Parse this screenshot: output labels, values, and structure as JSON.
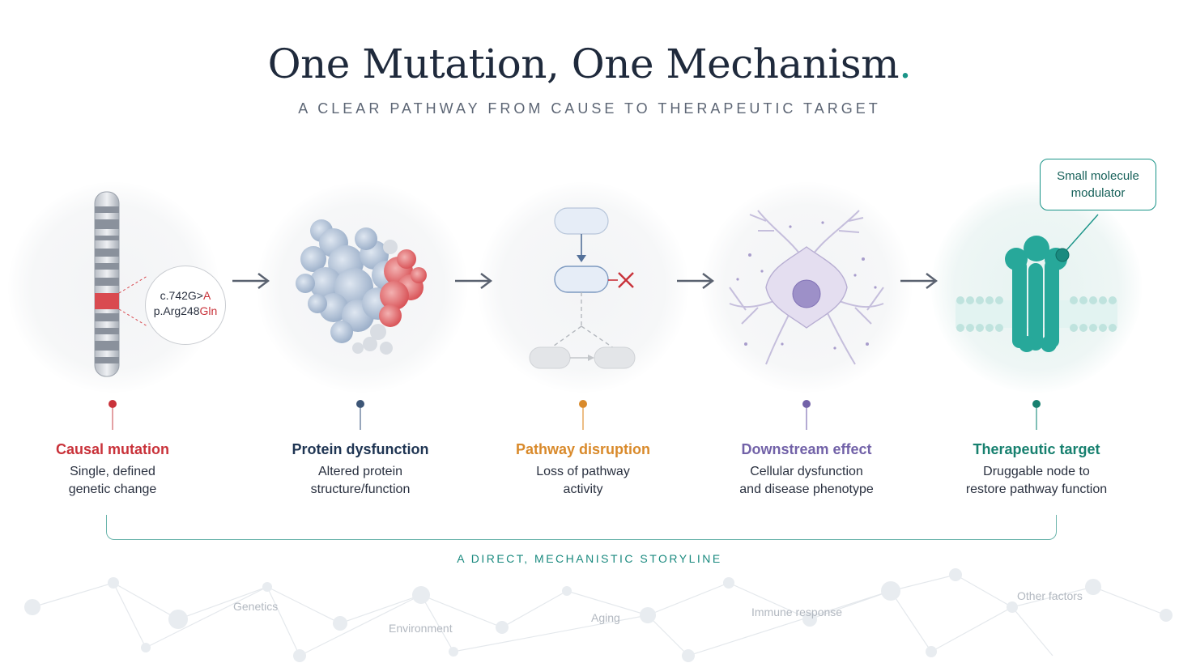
{
  "header": {
    "title": "One Mutation, One Mechanism",
    "title_dot": ".",
    "subtitle": "A CLEAR PATHWAY FROM CAUSE TO THERAPEUTIC TARGET"
  },
  "mutation_detail": {
    "cdna_prefix": "c.742G>",
    "cdna_alt": "A",
    "protein_prefix": "p.Arg248",
    "protein_alt": "Gln"
  },
  "callout": {
    "line1": "Small molecule",
    "line2": "modulator"
  },
  "steps": [
    {
      "title": "Causal mutation",
      "desc1": "Single, defined",
      "desc2": "genetic change",
      "color": "#c9323a"
    },
    {
      "title": "Protein dysfunction",
      "desc1": "Altered protein",
      "desc2": "structure/function",
      "color": "#1f3553"
    },
    {
      "title": "Pathway disruption",
      "desc1": "Loss of pathway",
      "desc2": "activity",
      "color": "#d98a2b"
    },
    {
      "title": "Downstream effect",
      "desc1": "Cellular dysfunction",
      "desc2": "and disease phenotype",
      "color": "#7262a8"
    },
    {
      "title": "Therapeutic target",
      "desc1": "Druggable node to",
      "desc2": "restore pathway function",
      "color": "#17806f"
    }
  ],
  "storyline": "A DIRECT, MECHANISTIC STORYLINE",
  "factors": [
    "Genetics",
    "Environment",
    "Aging",
    "Immune response",
    "Other factors"
  ],
  "colors": {
    "accent_teal": "#1a9488",
    "mutation_red": "#c9323a",
    "navy": "#1f3553",
    "orange": "#d98a2b",
    "purple": "#7262a8",
    "teal_dark": "#17806f"
  },
  "icons": [
    "chromosome-icon",
    "protein-structure-icon",
    "pathway-diagram-icon",
    "neuron-cell-icon",
    "membrane-channel-icon",
    "arrow-right-icon",
    "blocked-x-icon"
  ]
}
